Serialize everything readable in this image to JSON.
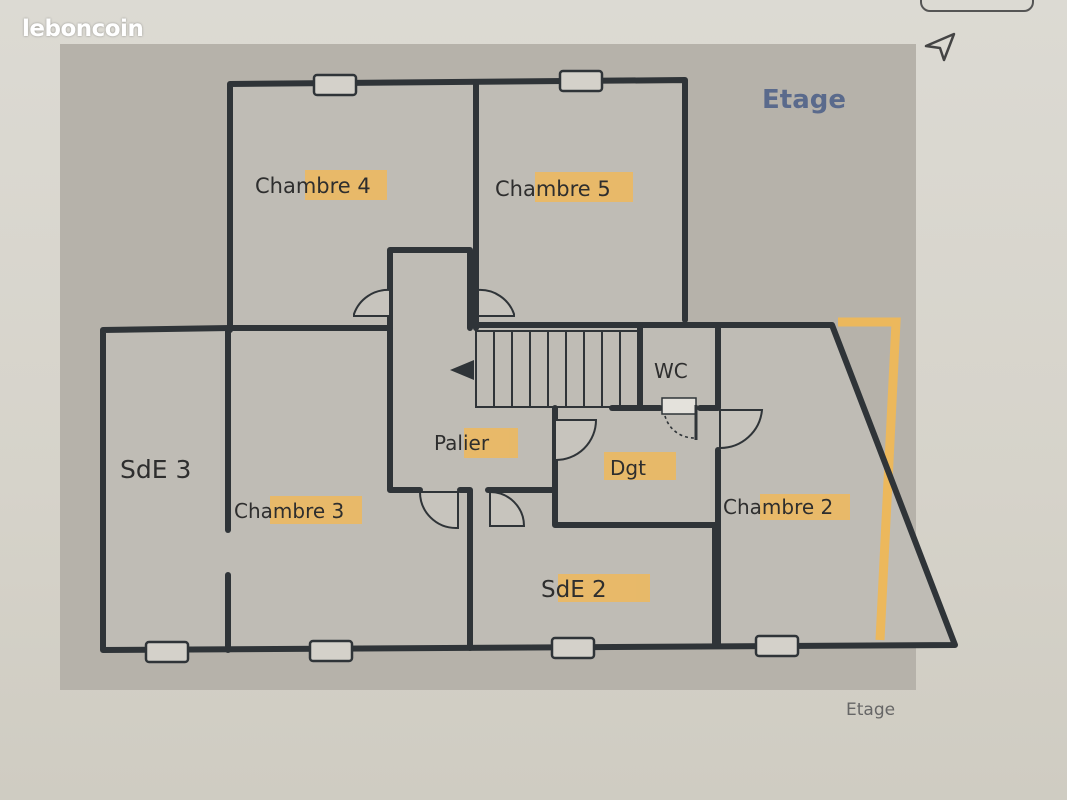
{
  "app": {
    "brand": "leboncoin",
    "share_icon": "send-arrow-icon"
  },
  "plan": {
    "floor_title": "Etage",
    "caption": "Etage",
    "rooms": {
      "chambre4": "Chambre 4",
      "chambre5": "Chambre 5",
      "wc": "WC",
      "palier": "Palier",
      "dgt": "Dgt",
      "sde3": "SdE 3",
      "chambre3": "Chambre 3",
      "chambre2": "Chambre 2",
      "sde2": "SdE 2"
    },
    "colors": {
      "wall": "#2f3438",
      "highlight": "#f0c060",
      "title": "#5a6a8c",
      "frame": "#b6b2aa"
    }
  }
}
